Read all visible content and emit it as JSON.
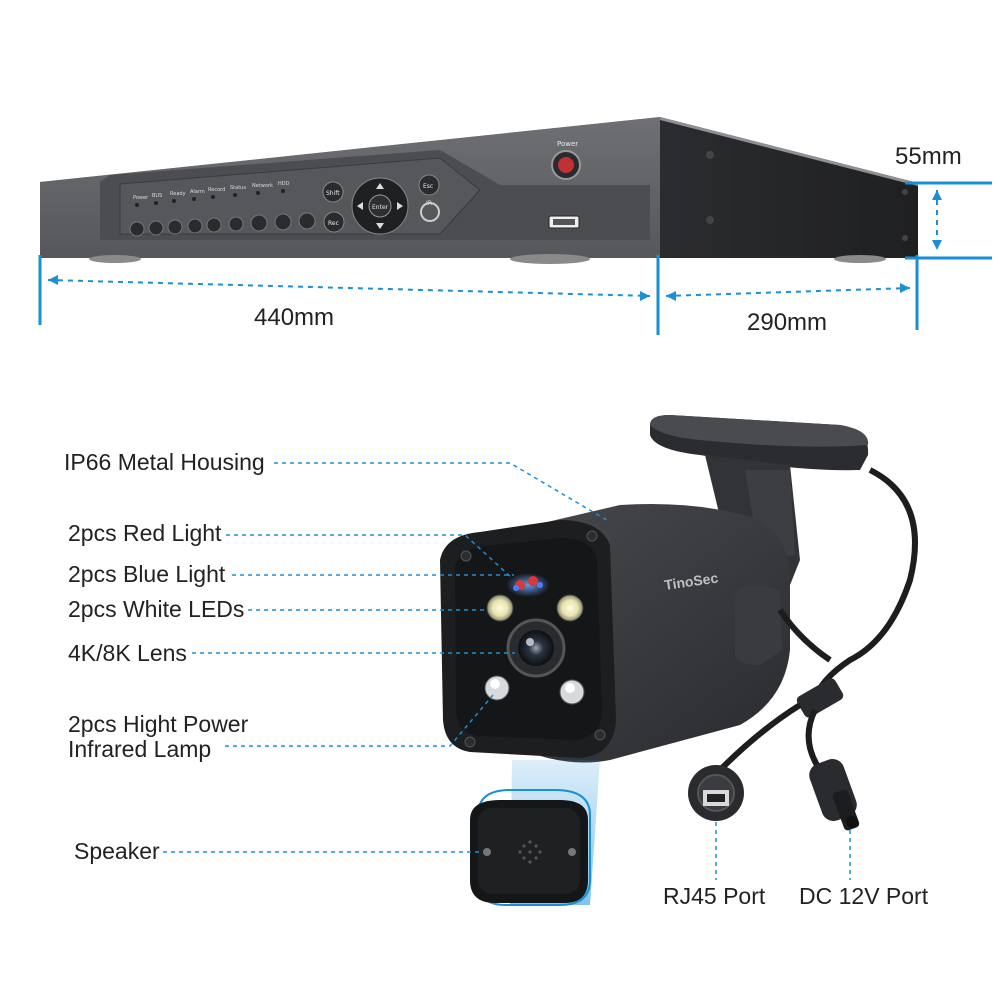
{
  "nvr": {
    "power_label": "Power",
    "panel_labels": [
      "Power",
      "BUS",
      "Ready",
      "Alarm",
      "Record",
      "Status",
      "Network",
      "HDD"
    ],
    "buttons": {
      "shift": "Shift",
      "rec": "Rec",
      "esc": "Esc",
      "enter": "Enter",
      "ir": "IR"
    }
  },
  "dimensions": {
    "width": "440mm",
    "depth": "290mm",
    "height": "55mm"
  },
  "camera": {
    "brand": "TinoSec",
    "labels": {
      "housing": "IP66 Metal Housing",
      "red_light": "2pcs Red Light",
      "blue_light": "2pcs Blue Light",
      "white_leds": "2pcs White LEDs",
      "lens": "4K/8K Lens",
      "ir_line1": "2pcs Hight Power",
      "ir_line2": "Infrared Lamp",
      "speaker": "Speaker"
    },
    "ports": {
      "rj45": "RJ45 Port",
      "dc": "DC 12V Port"
    }
  },
  "colors": {
    "accent": "#1a8fd6",
    "device": "#3c3d40",
    "device_dark": "#1c1d1f"
  }
}
